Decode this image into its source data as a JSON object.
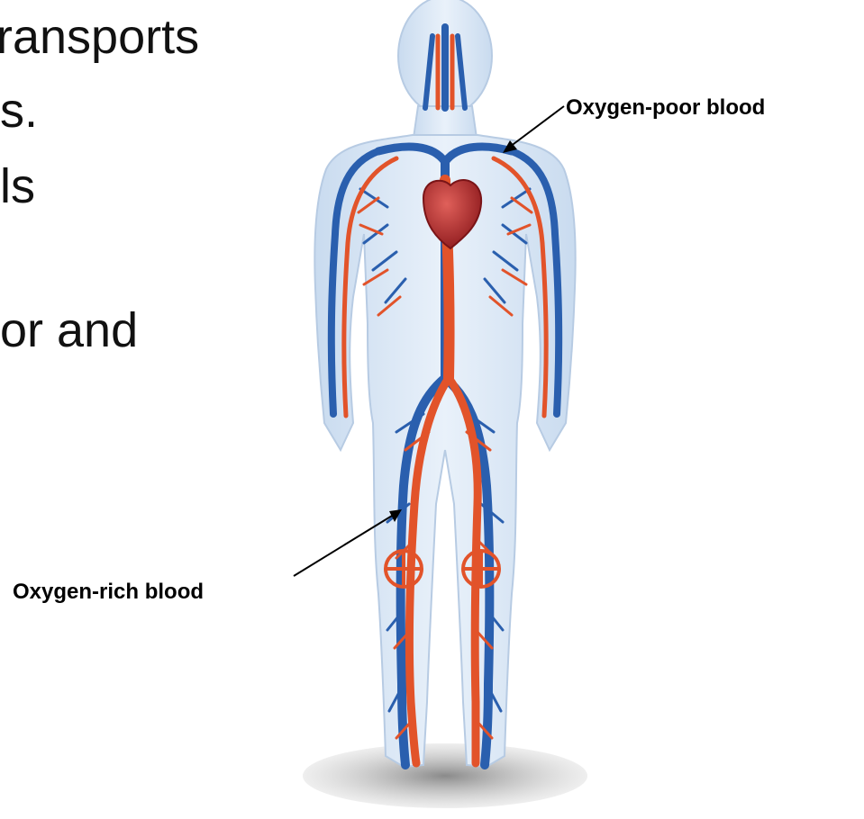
{
  "slide": {
    "lines": [
      "ransports",
      "s.",
      "ls",
      "or and"
    ]
  },
  "labels": {
    "oxygen_poor": "Oxygen-poor blood",
    "oxygen_rich": "Oxygen-rich blood"
  },
  "colors": {
    "vein": "#2a5fae",
    "artery": "#e2532a",
    "heart": "#b8272a",
    "body_silhouette": "#d5e3f3"
  }
}
